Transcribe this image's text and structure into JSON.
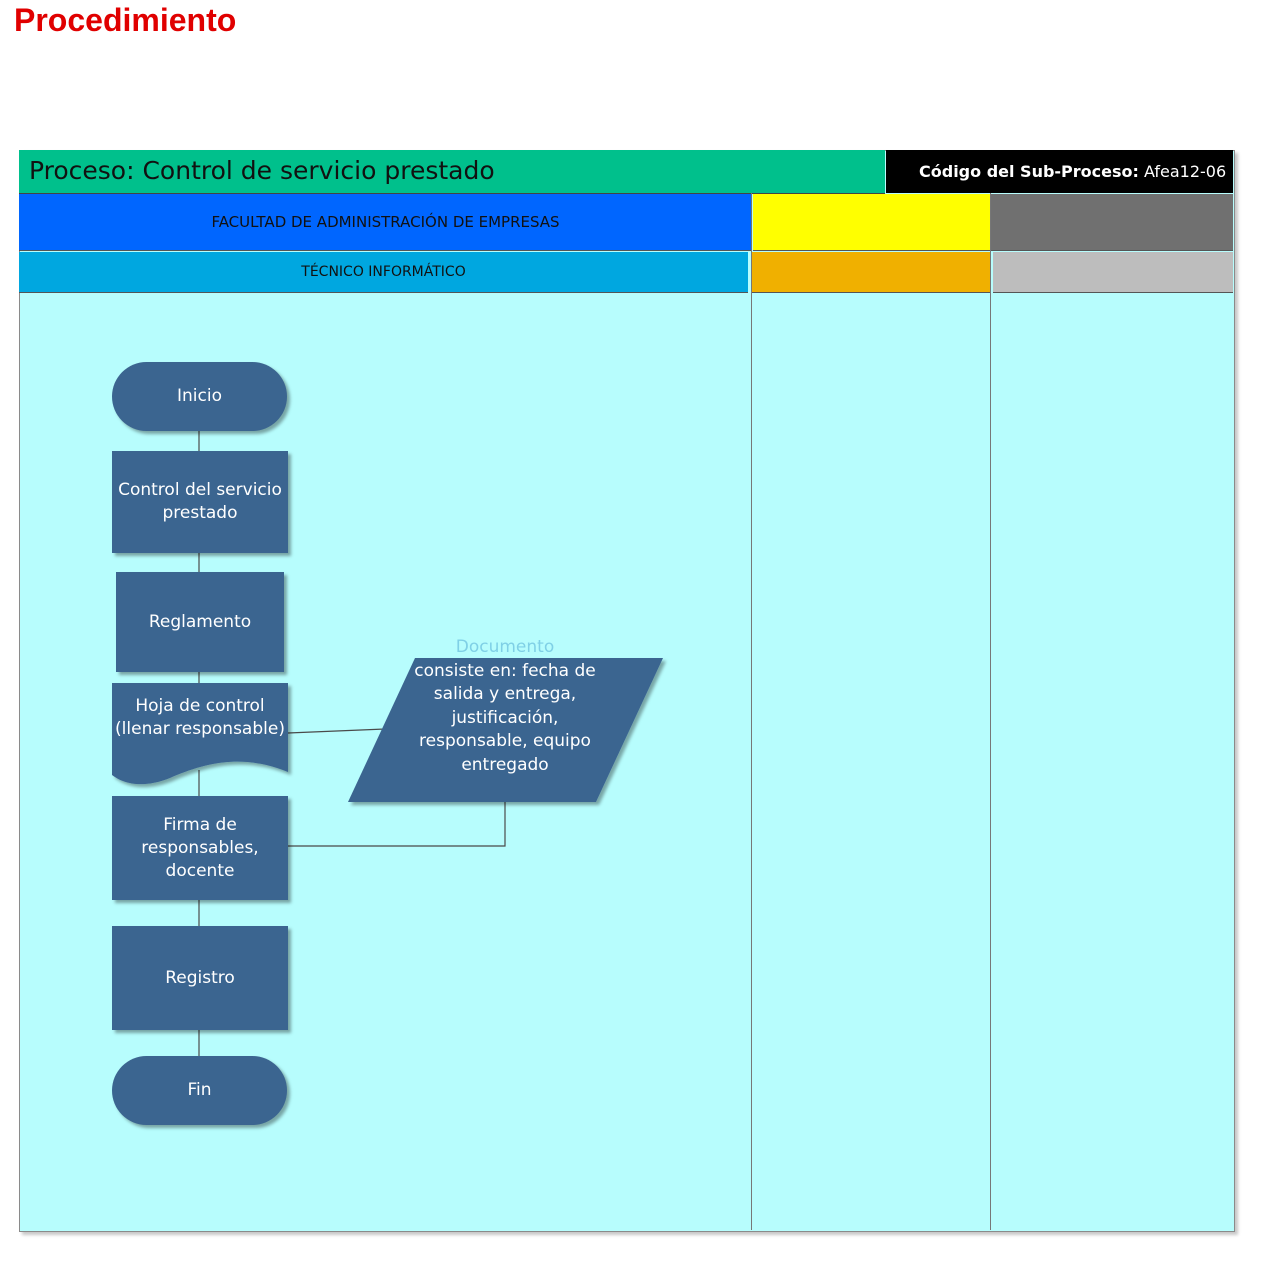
{
  "page_title": "Procedimiento",
  "header": {
    "process": "Proceso: Control de servicio prestado",
    "code_label": "Código del Sub-Proceso:",
    "code_value": "Afea12-06",
    "colors": {
      "process_bg": "#00c08c",
      "code_bg": "#000000"
    }
  },
  "lanes": [
    {
      "title": "FACULTAD DE ADMINISTRACIÓN DE EMPRESAS",
      "color": "#0066ff"
    },
    {
      "title": "",
      "color": "#ffff00"
    },
    {
      "title": "",
      "color": "#707070"
    }
  ],
  "sublanes": [
    {
      "title": "TÉCNICO INFORMÁTICO",
      "color": "#00a7e0"
    },
    {
      "title": "",
      "color": "#f0b000"
    },
    {
      "title": "",
      "color": "#bdbdbd"
    }
  ],
  "flow": {
    "start": "Inicio",
    "step1": "Control del servicio prestado",
    "step2": "Reglamento",
    "document": "Hoja de control (llenar responsable)",
    "step3": "Firma de responsables, docente",
    "step4": "Registro",
    "end": "Fin",
    "data_faded": "Documento",
    "data_text": "consiste en: fecha de salida y entrega, justificación, responsable, equipo entregado"
  },
  "colors": {
    "node_fill": "#3b6590",
    "pool_bg": "#b7fdfd",
    "title_red": "#e00000"
  }
}
